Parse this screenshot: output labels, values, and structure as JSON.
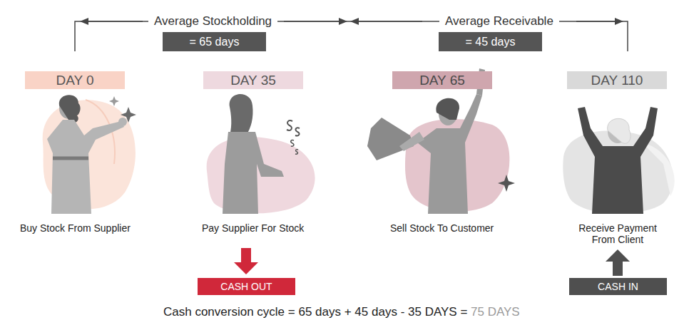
{
  "diagram": {
    "nodes": [
      {
        "text": [
          "= 65 days"
        ]
      },
      {
        "text": [
          "= 45 days"
        ]
      },
      {
        "text": [
          "DAY 0"
        ]
      },
      {
        "text": [
          "DAY 35"
        ]
      },
      {
        "text": [
          "DAY 65"
        ]
      },
      {
        "text": [
          "DAY 110"
        ]
      },
      {
        "text": [
          "CASH OUT"
        ]
      },
      {
        "text": [
          "CASH IN"
        ]
      }
    ],
    "labels": [
      "Average Stockholding",
      "Average Receivable",
      "Buy Stock From Supplier",
      "Pay Supplier For Stock",
      "Sell Stock To Customer",
      "Receive Payment From Client",
      "Cash conversion cycle = 65 days + 45 days - 35 DAYS =",
      "75 DAYS"
    ]
  }
}
